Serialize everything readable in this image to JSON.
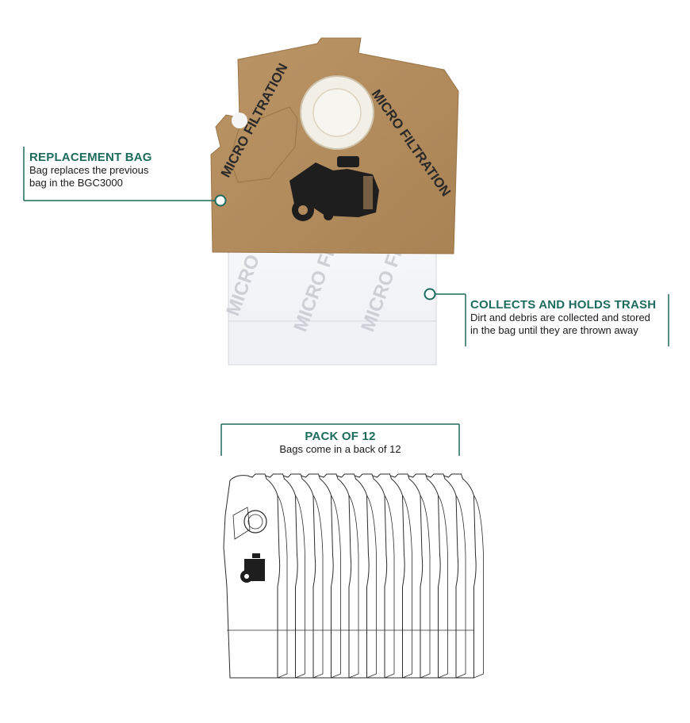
{
  "colors": {
    "accent": "#1d6b5c",
    "cardboard": "#b08a5d",
    "bag_white": "#f4f5f7"
  },
  "product": {
    "cardboard_print": "MICRO FILTRATION",
    "bag_print": "MICRO FILTRATION"
  },
  "callouts": {
    "replacement_bag": {
      "title": "REPLACEMENT BAG",
      "line1": "Bag replaces the previous",
      "line2": "bag in the BGC3000"
    },
    "collects_trash": {
      "title": "COLLECTS AND HOLDS TRASH",
      "line1": "Dirt and debris are collected and stored",
      "line2": "in the bag until they are thrown away"
    },
    "pack": {
      "title": "PACK OF 12",
      "line1": "Bags come in a back of 12"
    }
  },
  "pack_count": 12,
  "icons": [
    "vacuum-cleaner-icon",
    "callout-marker-icon"
  ]
}
